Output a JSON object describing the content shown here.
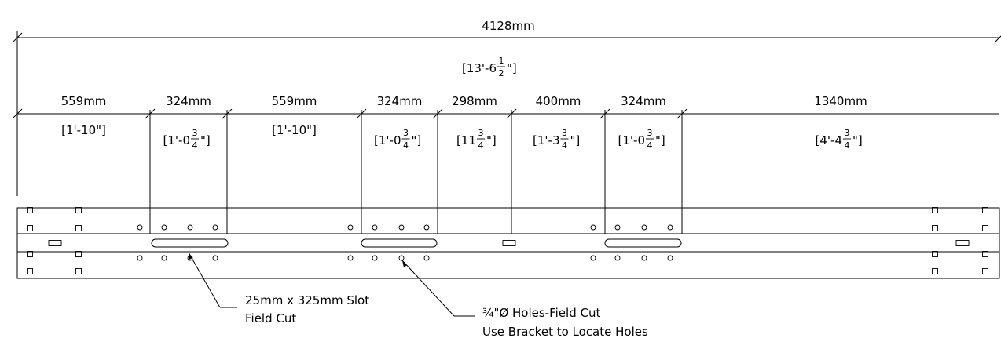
{
  "overall": {
    "metric": "4128mm",
    "imperial_whole": "[13'-6",
    "imperial_num": "1",
    "imperial_den": "2",
    "imperial_close": "\"]"
  },
  "segments": [
    {
      "metric": "559mm",
      "whole": "[1'-10\"]",
      "num": "",
      "den": ""
    },
    {
      "metric": "324mm",
      "whole": "[1'-0",
      "num": "3",
      "den": "4"
    },
    {
      "metric": "559mm",
      "whole": "[1'-10\"]",
      "num": "",
      "den": ""
    },
    {
      "metric": "324mm",
      "whole": "[1'-0",
      "num": "3",
      "den": "4"
    },
    {
      "metric": "298mm",
      "whole": "[11",
      "num": "3",
      "den": "4"
    },
    {
      "metric": "400mm",
      "whole": "[1'-3",
      "num": "3",
      "den": "4"
    },
    {
      "metric": "324mm",
      "whole": "[1'-0",
      "num": "3",
      "den": "4"
    },
    {
      "metric": "1340mm",
      "whole": "[4'-4",
      "num": "3",
      "den": "4"
    }
  ],
  "frac_close": "\"]",
  "notes": {
    "slot_line1": "25mm x 325mm Slot",
    "slot_line2": "Field Cut",
    "holes_line1": "¾\"Ø Holes-Field Cut",
    "holes_line2": "Use Bracket to Locate Holes"
  }
}
